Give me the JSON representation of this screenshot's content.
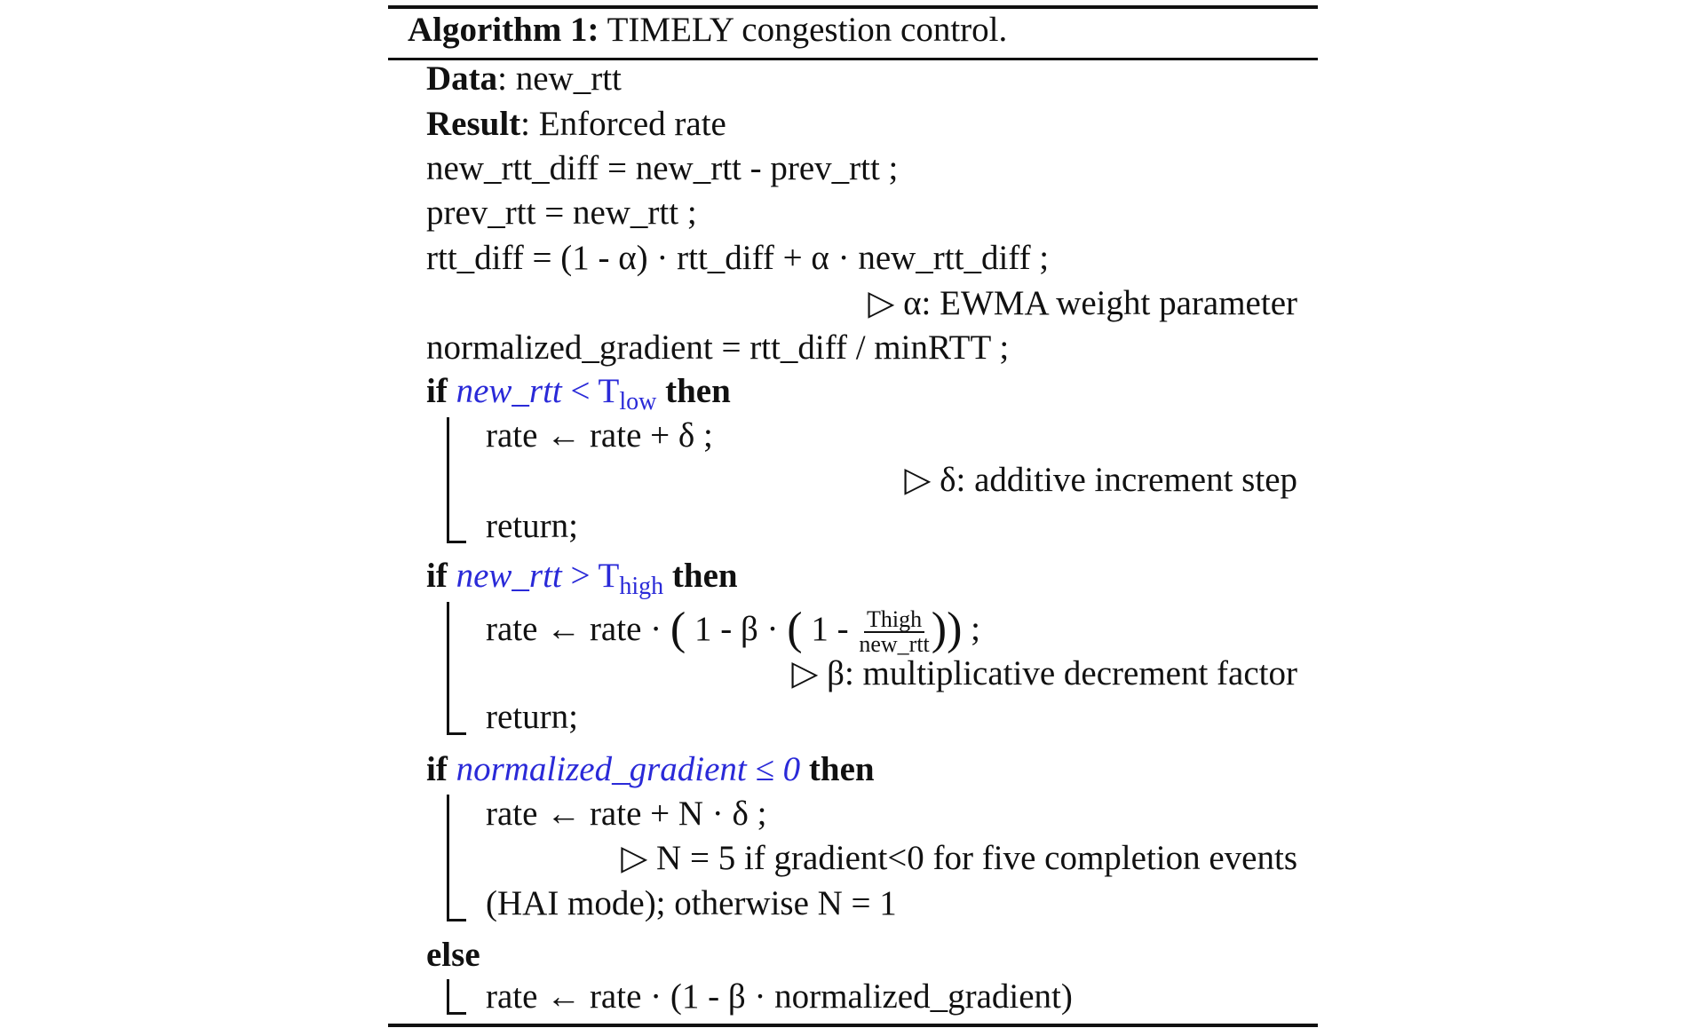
{
  "title": {
    "label": "Algorithm 1:",
    "text": "TIMELY congestion control."
  },
  "data": {
    "label": "Data",
    "value": ": new_rtt"
  },
  "result": {
    "label": "Result",
    "value": ": Enforced rate"
  },
  "lines": {
    "l1": "new_rtt_diff = new_rtt - prev_rtt ;",
    "l2": "prev_rtt = new_rtt ;",
    "l3": "rtt_diff = (1 - α) · rtt_diff + α · new_rtt_diff ;",
    "c3": "▷ α: EWMA weight parameter",
    "l4": "normalized_gradient = rtt_diff / minRTT ;"
  },
  "if1": {
    "kw": "if",
    "cond": "new_rtt",
    "op": " < T",
    "sub": "low",
    "then": "then",
    "body": "rate ← rate + δ ;",
    "comment": "▷ δ: additive increment step",
    "ret": "return;"
  },
  "if2": {
    "kw": "if",
    "cond": "new_rtt",
    "op": " > T",
    "sub": "high",
    "then": "then",
    "body_a": "rate ← rate · ",
    "body_b": "1 - β · ",
    "body_c": "1 - ",
    "num": "Thigh",
    "den": "new_rtt",
    "body_d": " ;",
    "comment": "▷ β: multiplicative decrement factor",
    "ret": "return;"
  },
  "if3": {
    "kw": "if",
    "cond": "normalized_gradient ≤ 0",
    "then": "then",
    "body": "rate ← rate + N · δ ;",
    "comment": "▷ N = 5 if gradient<0 for five completion events",
    "cont": "(HAI mode); otherwise N = 1"
  },
  "else": {
    "kw": "else",
    "body": "rate ← rate · (1 - β · normalized_gradient)"
  }
}
